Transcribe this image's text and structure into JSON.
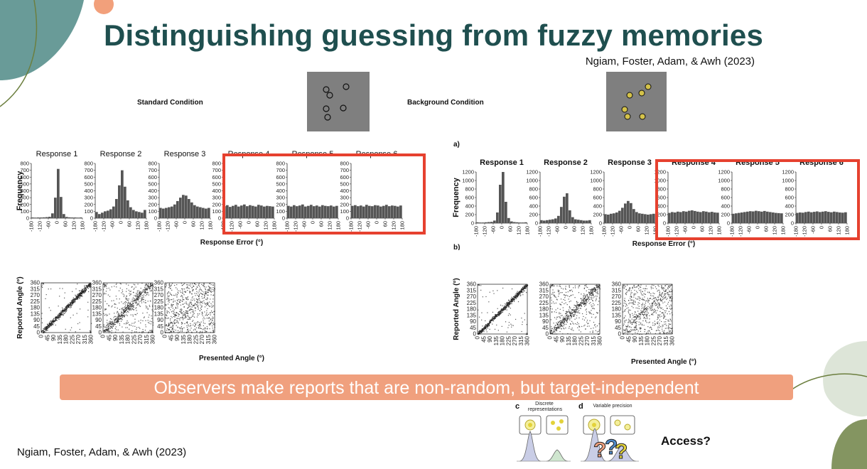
{
  "slide": {
    "title": "Distinguishing guessing from fuzzy memories",
    "citation_top": "Ngiam, Foster, Adam, & Awh (2023)",
    "citation_bottom": "Ngiam, Foster, Adam, & Awh (2023)",
    "banner": "Observers make reports that are non-random, but target-independent",
    "access_text": "Access?",
    "colors": {
      "title": "#1f4f4f",
      "banner": "#f0a07e",
      "highlight_box": "#e6412f",
      "bars": "#555555"
    }
  },
  "standard": {
    "label": "Standard Condition",
    "hist_ylabel": "Frequency",
    "hist_xlabel": "Response Error (°)",
    "scatter_ylabel": "Reported Angle (°)",
    "scatter_xlabel": "Presented Angle (°)"
  },
  "background": {
    "label": "Background Condition",
    "panel_a": "a)",
    "panel_b": "b)",
    "hist_ylabel": "Frequency",
    "hist_xlabel": "Response Error (°)",
    "scatter_ylabel": "Reported Angle (°)",
    "scatter_xlabel": "Presented Angle (°)"
  },
  "inset": {
    "c_letter": "c",
    "c_label_1": "Discrete",
    "c_label_2": "representations",
    "d_letter": "d",
    "d_label": "Variable precision"
  },
  "chart_data": [
    {
      "type": "bar",
      "group": "Standard Condition",
      "ylabel": "Frequency",
      "xlabel": "Response Error (°)",
      "ylim": [
        0,
        800
      ],
      "yticks": [
        0,
        100,
        200,
        300,
        400,
        500,
        600,
        700,
        800
      ],
      "xticks": [
        -180,
        -120,
        -60,
        0,
        60,
        120,
        180
      ],
      "bin_centers": [
        -170,
        -150,
        -130,
        -110,
        -90,
        -70,
        -50,
        -30,
        -10,
        10,
        30,
        50,
        70,
        90,
        110,
        130,
        150,
        170
      ],
      "series": [
        {
          "name": "Response 1",
          "values": [
            10,
            8,
            10,
            10,
            12,
            15,
            20,
            70,
            300,
            720,
            310,
            60,
            18,
            12,
            10,
            10,
            8,
            10
          ]
        },
        {
          "name": "Response 2",
          "values": [
            90,
            60,
            80,
            100,
            110,
            130,
            170,
            280,
            480,
            700,
            460,
            260,
            160,
            120,
            100,
            90,
            80,
            120
          ]
        },
        {
          "name": "Response 3",
          "values": [
            150,
            140,
            150,
            160,
            170,
            200,
            250,
            300,
            340,
            330,
            280,
            230,
            190,
            170,
            160,
            150,
            140,
            150
          ]
        },
        {
          "name": "Response 4",
          "values": [
            175,
            190,
            165,
            180,
            195,
            170,
            185,
            200,
            175,
            190,
            180,
            170,
            195,
            185,
            170,
            180,
            175,
            170
          ]
        },
        {
          "name": "Response 5",
          "values": [
            180,
            170,
            190,
            175,
            185,
            200,
            170,
            180,
            195,
            175,
            185,
            170,
            190,
            180,
            175,
            185,
            170,
            180
          ]
        },
        {
          "name": "Response 6",
          "values": [
            180,
            190,
            175,
            185,
            170,
            195,
            180,
            175,
            190,
            185,
            170,
            180,
            195,
            175,
            185,
            180,
            170,
            185
          ]
        }
      ],
      "highlighted": [
        "Response 4",
        "Response 5",
        "Response 6"
      ]
    },
    {
      "type": "bar",
      "group": "Background Condition",
      "ylabel": "Frequency",
      "xlabel": "Response Error (°)",
      "ylim": [
        0,
        1200
      ],
      "yticks": [
        0,
        200,
        400,
        600,
        800,
        1000,
        1200
      ],
      "xticks": [
        -180,
        -120,
        -60,
        0,
        60,
        120,
        180
      ],
      "bin_centers": [
        -170,
        -150,
        -130,
        -110,
        -90,
        -70,
        -50,
        -30,
        -10,
        10,
        30,
        50,
        70,
        90,
        110,
        130,
        150,
        170
      ],
      "series": [
        {
          "name": "Response 1",
          "values": [
            20,
            15,
            15,
            20,
            25,
            30,
            60,
            250,
            900,
            1200,
            500,
            120,
            40,
            25,
            20,
            15,
            15,
            20
          ]
        },
        {
          "name": "Response 2",
          "values": [
            70,
            60,
            70,
            80,
            90,
            110,
            170,
            380,
            620,
            700,
            300,
            140,
            90,
            80,
            70,
            60,
            60,
            70
          ]
        },
        {
          "name": "Response 3",
          "values": [
            210,
            200,
            220,
            230,
            250,
            290,
            360,
            460,
            520,
            470,
            330,
            260,
            230,
            220,
            210,
            200,
            210,
            220
          ]
        },
        {
          "name": "Response 4",
          "values": [
            240,
            260,
            250,
            270,
            260,
            280,
            270,
            290,
            300,
            285,
            270,
            260,
            280,
            270,
            255,
            265,
            250,
            245
          ]
        },
        {
          "name": "Response 5",
          "values": [
            220,
            230,
            240,
            250,
            260,
            270,
            280,
            275,
            290,
            280,
            270,
            285,
            270,
            260,
            250,
            240,
            235,
            230
          ]
        },
        {
          "name": "Response 6",
          "values": [
            240,
            250,
            245,
            260,
            270,
            255,
            265,
            275,
            260,
            270,
            280,
            265,
            255,
            270,
            260,
            250,
            245,
            255
          ]
        }
      ],
      "highlighted": [
        "Response 4",
        "Response 5",
        "Response 6"
      ]
    },
    {
      "type": "scatter",
      "group": "Standard Condition",
      "xlabel": "Presented Angle (°)",
      "ylabel": "Reported Angle (°)",
      "xlim": [
        0,
        360
      ],
      "ylim": [
        0,
        360
      ],
      "ticks": [
        0,
        45,
        90,
        135,
        180,
        225,
        270,
        315,
        360
      ],
      "panels": [
        {
          "diagonal_share": 0.92,
          "spread_deg": 10
        },
        {
          "diagonal_share": 0.58,
          "spread_deg": 22
        },
        {
          "diagonal_share": 0.2,
          "spread_deg": 30
        }
      ]
    },
    {
      "type": "scatter",
      "group": "Background Condition",
      "xlabel": "Presented Angle (°)",
      "ylabel": "Reported Angle (°)",
      "xlim": [
        0,
        360
      ],
      "ylim": [
        0,
        360
      ],
      "ticks": [
        0,
        45,
        90,
        135,
        180,
        225,
        270,
        315,
        360
      ],
      "panels": [
        {
          "diagonal_share": 0.93,
          "spread_deg": 9
        },
        {
          "diagonal_share": 0.62,
          "spread_deg": 20
        },
        {
          "diagonal_share": 0.22,
          "spread_deg": 28
        }
      ]
    }
  ]
}
